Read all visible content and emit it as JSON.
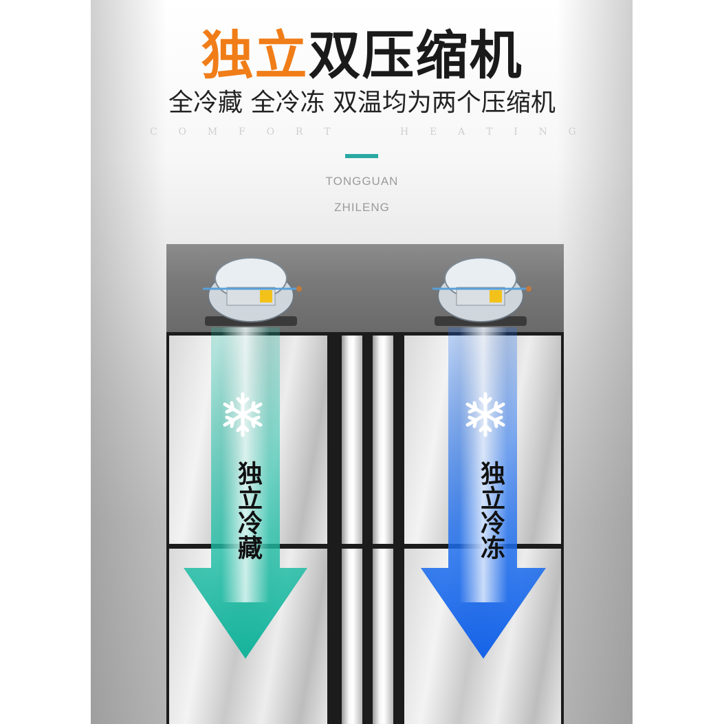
{
  "header": {
    "title_accent": "独立",
    "title_rest": "双压缩机",
    "subtitle": "全冷藏 全冷冻 双温均为两个压缩机",
    "comfort_letters": [
      "C",
      "O",
      "M",
      "F",
      "O",
      "R",
      "T",
      "",
      "",
      "H",
      "E",
      "A",
      "T",
      "I",
      "N",
      "G"
    ],
    "brand_line1": "TONGGUAN",
    "brand_line2": "ZHILENG"
  },
  "fridge": {
    "left_label": "独立冷藏",
    "right_label": "独立冷冻"
  },
  "colors": {
    "accent_orange": "#f07d18",
    "teal": "#2aa9a3",
    "arrow_teal": "#1fbfa7",
    "arrow_blue": "#1e6ff0"
  },
  "icons": {
    "left_snowflake": "snowflake-icon",
    "right_snowflake": "snowflake-icon",
    "left_arrow": "arrow-down-icon",
    "right_arrow": "arrow-down-icon"
  }
}
